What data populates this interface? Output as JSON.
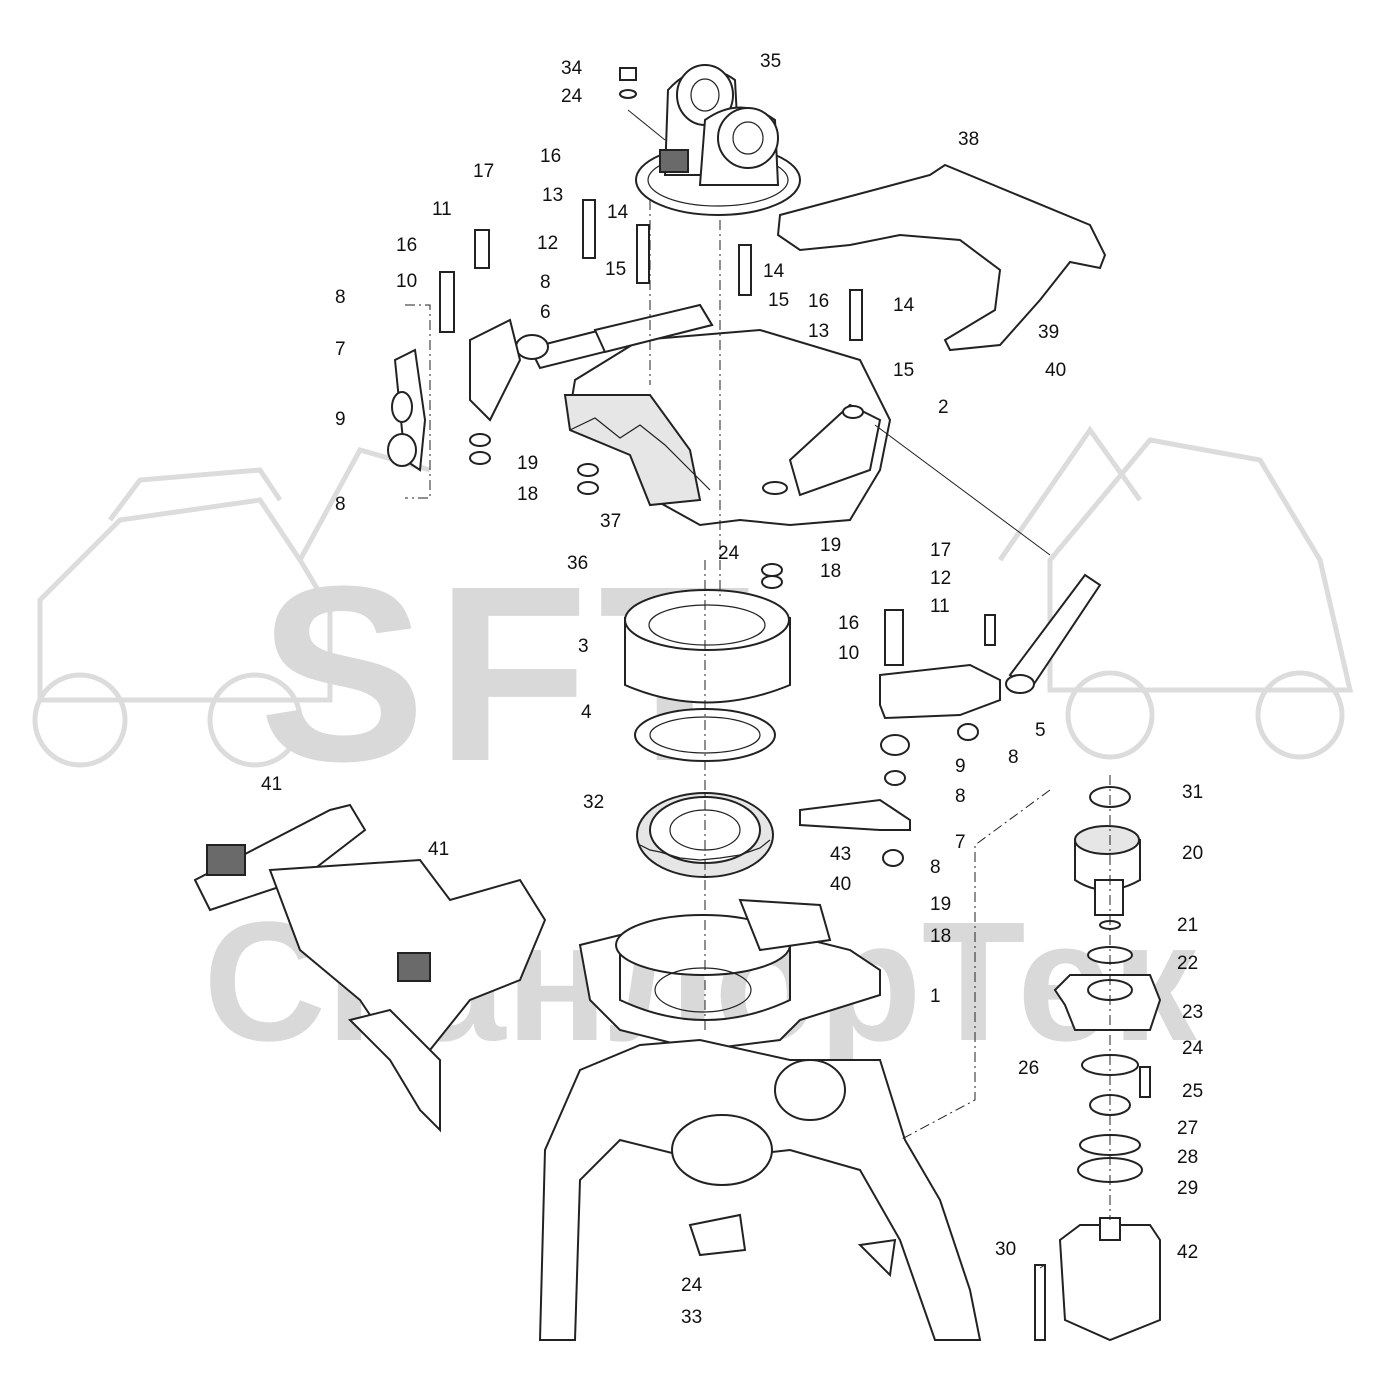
{
  "watermark": {
    "logo_text": "SFT",
    "brand_text": "СканлорТек"
  },
  "callouts": [
    "1",
    "2",
    "3",
    "4",
    "5",
    "6",
    "7",
    "8",
    "9",
    "10",
    "11",
    "12",
    "13",
    "14",
    "15",
    "16",
    "17",
    "18",
    "19",
    "20",
    "21",
    "22",
    "23",
    "24",
    "25",
    "26",
    "27",
    "28",
    "29",
    "30",
    "31",
    "32",
    "33",
    "34",
    "35",
    "36",
    "37",
    "38",
    "39",
    "40",
    "41",
    "42",
    "43"
  ]
}
